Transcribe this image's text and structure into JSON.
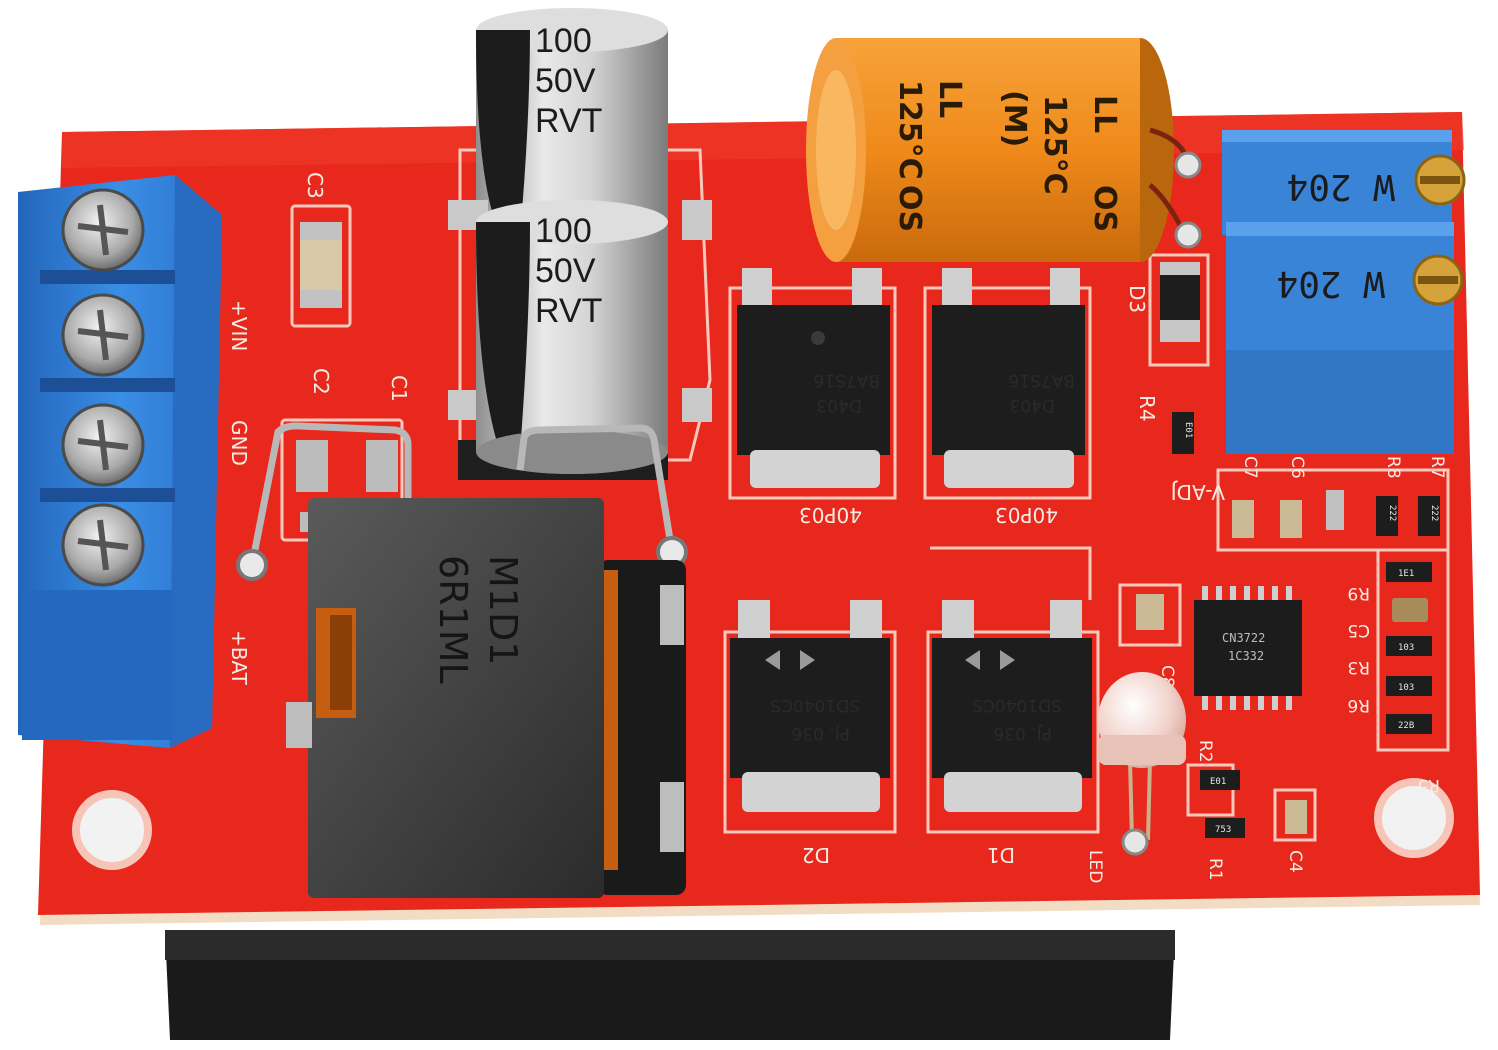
{
  "board": {
    "silkscreen": {
      "c3": "C3",
      "c2": "C2",
      "c1": "C1",
      "vin": "+VIN",
      "gnd": "GND",
      "bat": "+BAT",
      "d3": "D3",
      "r4": "R4",
      "adj": "V-ADJ",
      "c7": "C7",
      "c6": "C6",
      "r8": "R8",
      "r7": "R7",
      "r9": "R9",
      "c5": "C5",
      "r3": "R3",
      "r6": "R6",
      "r5": "R5",
      "r2": "R2",
      "r1": "R1",
      "c4": "C4",
      "c8": "C8",
      "led": "LED",
      "d2": "D2",
      "d1": "D1",
      "q1_label": "40P03",
      "q2_label": "40P03"
    },
    "capacitor_left": {
      "line1": "100",
      "line2": "50V",
      "line3": "RVT"
    },
    "capacitor_right": {
      "line1": "100",
      "line2": "50V",
      "line3": "RVT"
    },
    "orange_capacitor": {
      "line1": "125°C",
      "line2": "LL",
      "line3": "(M)",
      "line4": "125°C",
      "line5": "LL",
      "line6": "OS",
      "line7": "OS"
    },
    "inductor": {
      "line1": "6R1ML",
      "line2": "M1D1"
    },
    "mosfet_left": {
      "line1": "D403",
      "line2": "BA7S16"
    },
    "mosfet_right": {
      "line1": "D403",
      "line2": "BA7S16"
    },
    "diode_left": {
      "line1": "SD1040CS",
      "line2": "PJ. 036"
    },
    "diode_right": {
      "line1": "SD1040CS",
      "line2": "PJ. 036"
    },
    "ic": {
      "line1": "CN3722",
      "line2": "1C332"
    },
    "pot_top": "W 204",
    "pot_bottom": "W 204",
    "smd_codes": {
      "r4": "E01",
      "r8": "222",
      "r7": "222",
      "r9": "1E1",
      "r3": "103",
      "r6": "103",
      "r5": "22B",
      "r2": "E01",
      "r1": "753"
    }
  },
  "colors": {
    "pcb": "#e8281c",
    "pcb_dark": "#c41a10",
    "terminal": "#2f7fd6",
    "pot": "#3a84d8",
    "orange_cap": "#f08a1c",
    "heatsink": "#1c1c1c"
  }
}
